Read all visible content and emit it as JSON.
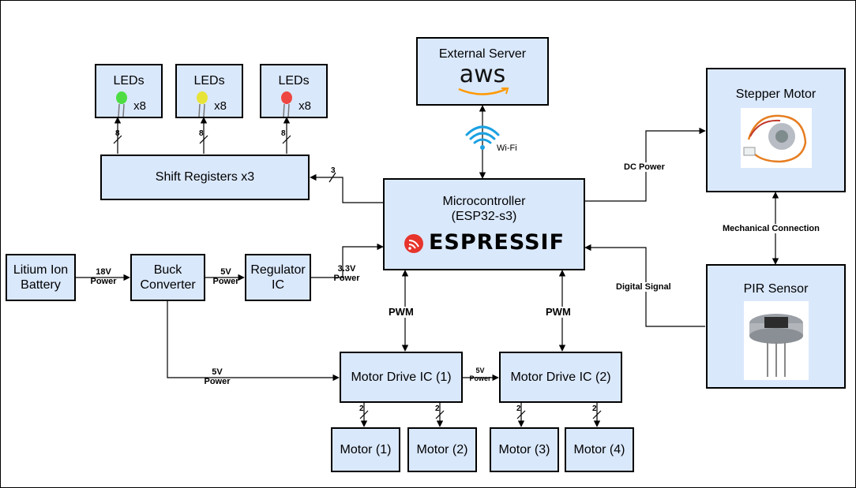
{
  "blocks": {
    "external_server": {
      "title": "External Server",
      "logo_text": "aws"
    },
    "leds": [
      {
        "title": "LEDs",
        "count": "x8",
        "color": "#3ddc2f"
      },
      {
        "title": "LEDs",
        "count": "x8",
        "color": "#e9e224"
      },
      {
        "title": "LEDs",
        "count": "x8",
        "color": "#f0352c"
      }
    ],
    "stepper": {
      "title": "Stepper Motor"
    },
    "shift_registers": {
      "title": "Shift Registers x3"
    },
    "mcu": {
      "title": "Microcontroller",
      "subtitle": "(ESP32-s3)",
      "logo_text": "ESPRESSIF",
      "logo_color": "#e7352c"
    },
    "battery": {
      "title": "Litium Ion Battery"
    },
    "buck": {
      "title": "Buck Converter"
    },
    "regulator": {
      "title": "Regulator IC"
    },
    "pir": {
      "title": "PIR Sensor"
    },
    "motor_drive_1": {
      "title": "Motor Drive IC (1)"
    },
    "motor_drive_2": {
      "title": "Motor Drive IC (2)"
    },
    "motors": [
      "Motor (1)",
      "Motor (2)",
      "Motor (3)",
      "Motor (4)"
    ]
  },
  "labels": {
    "wifi": "Wi-Fi",
    "dc_power": "DC Power",
    "mechanical": "Mechanical Connection",
    "digital_signal": "Digital Signal",
    "power_18v": "18V Power",
    "power_5v_reg": "5V Power",
    "power_3v3": "3.3V Power",
    "power_5v_drive": "5V Power",
    "power_5v_between": "5V Power",
    "pwm_left": "PWM",
    "pwm_right": "PWM",
    "bus_8": "8",
    "bus_3": "3",
    "bus_2": "2"
  },
  "colors": {
    "box_fill": "#dae8fc",
    "wifi_blue": "#1ba1e2",
    "espressif_red": "#e7352c"
  }
}
